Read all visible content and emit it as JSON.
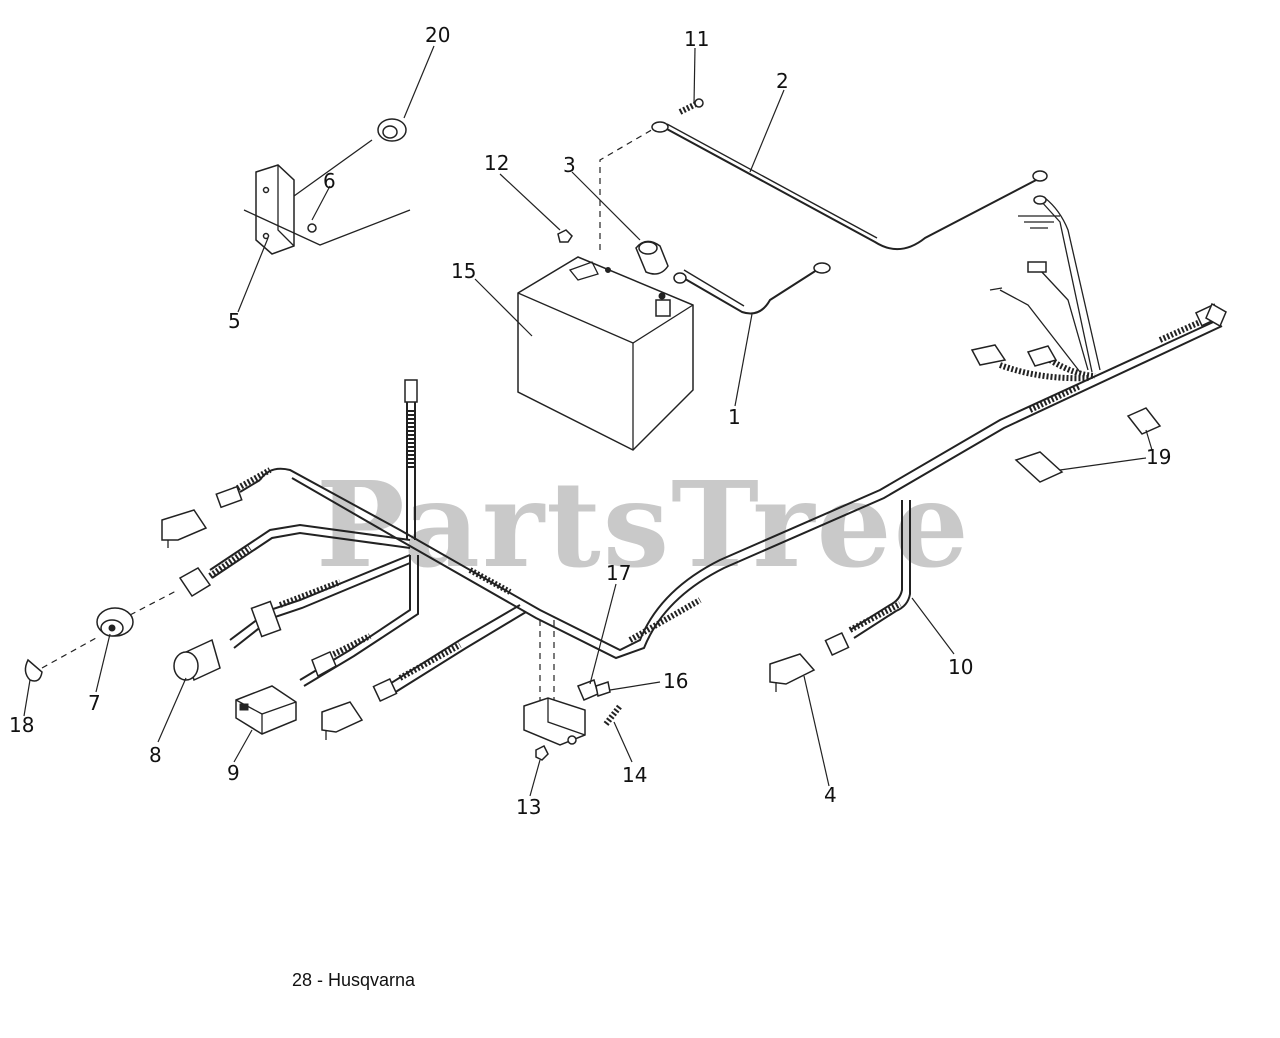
{
  "watermark": "PartsTree",
  "footer": "28 - Husqvarna",
  "callouts": [
    {
      "id": "1",
      "text": "1"
    },
    {
      "id": "2",
      "text": "2"
    },
    {
      "id": "3",
      "text": "3"
    },
    {
      "id": "4",
      "text": "4"
    },
    {
      "id": "5",
      "text": "5"
    },
    {
      "id": "6",
      "text": "6"
    },
    {
      "id": "7",
      "text": "7"
    },
    {
      "id": "8",
      "text": "8"
    },
    {
      "id": "9",
      "text": "9"
    },
    {
      "id": "10",
      "text": "10"
    },
    {
      "id": "11",
      "text": "11"
    },
    {
      "id": "12",
      "text": "12"
    },
    {
      "id": "13",
      "text": "13"
    },
    {
      "id": "14",
      "text": "14"
    },
    {
      "id": "15",
      "text": "15"
    },
    {
      "id": "16",
      "text": "16"
    },
    {
      "id": "17",
      "text": "17"
    },
    {
      "id": "18",
      "text": "18"
    },
    {
      "id": "19",
      "text": "19"
    },
    {
      "id": "20",
      "text": "20"
    }
  ]
}
